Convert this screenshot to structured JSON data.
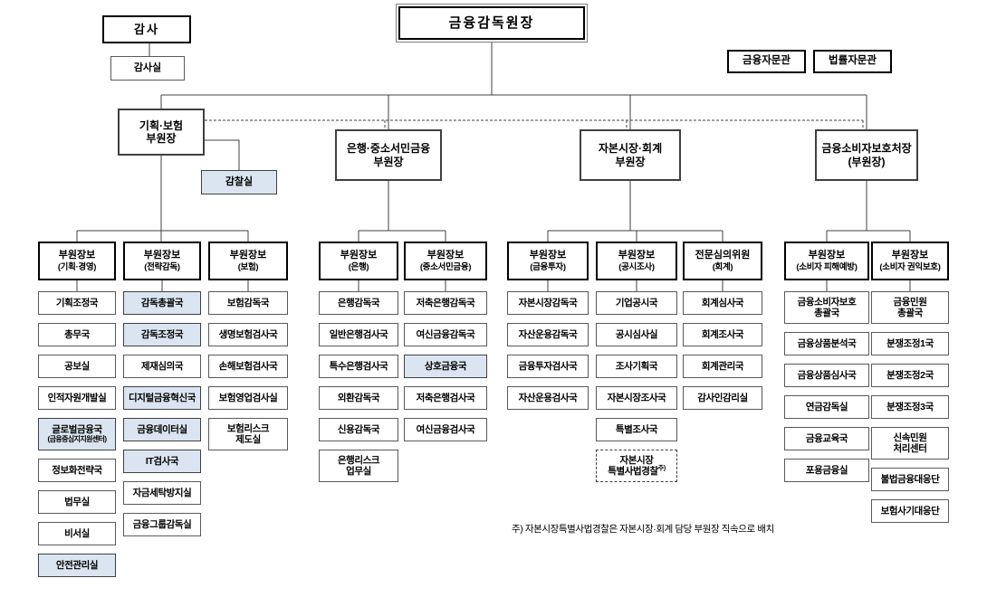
{
  "org": {
    "governor": "금융감독원장",
    "auditor": "감사",
    "auditor_office": "감사실",
    "advisors": [
      "금융자문관",
      "법률자문관"
    ],
    "inspection_office": "감찰실",
    "footnote": "주) 자본시장특별사법경찰은 자본시장·회계 담당 부원장 직속으로 배치",
    "colors": {
      "shaded_box": "#dbe5f1",
      "line": "#404040"
    },
    "deputies": [
      {
        "label": "기획·보험\n부원장"
      },
      {
        "label": "은행·중소서민금융\n부원장"
      },
      {
        "label": "자본시장·회계\n부원장"
      },
      {
        "label": "금융소비자보호처장\n(부원장)"
      }
    ],
    "columns": [
      {
        "head": "부원장보",
        "sub": "(기획·경영)",
        "depts": [
          {
            "label": "기획조정국"
          },
          {
            "label": "총무국"
          },
          {
            "label": "공보실"
          },
          {
            "label": "인적자원개발실"
          },
          {
            "label": "글로벌금융국",
            "line2": "(금융중심지지원센터)",
            "line2_small": true,
            "shaded": true
          },
          {
            "label": "정보화전략국"
          },
          {
            "label": "법무실"
          },
          {
            "label": "비서실"
          },
          {
            "label": "안전관리실",
            "shaded": true
          }
        ]
      },
      {
        "head": "부원장보",
        "sub": "(전략감독)",
        "depts": [
          {
            "label": "감독총괄국",
            "shaded": true
          },
          {
            "label": "감독조정국",
            "shaded": true
          },
          {
            "label": "제재심의국"
          },
          {
            "label": "디지털금융혁신국",
            "shaded": true
          },
          {
            "label": "금융데이터실",
            "shaded": true
          },
          {
            "label": "IT검사국",
            "shaded": true
          },
          {
            "label": "자금세탁방지실"
          },
          {
            "label": "금융그룹감독실"
          }
        ]
      },
      {
        "head": "부원장보",
        "sub": "(보험)",
        "depts": [
          {
            "label": "보험감독국"
          },
          {
            "label": "생명보험검사국"
          },
          {
            "label": "손해보험검사국"
          },
          {
            "label": "보험영업검사실"
          },
          {
            "label": "보험리스크",
            "line2": "제도실"
          }
        ]
      },
      {
        "head": "부원장보",
        "sub": "(은행)",
        "depts": [
          {
            "label": "은행감독국"
          },
          {
            "label": "일반은행검사국"
          },
          {
            "label": "특수은행검사국"
          },
          {
            "label": "외환감독국"
          },
          {
            "label": "신용감독국"
          },
          {
            "label": "은행리스크",
            "line2": "업무실"
          }
        ]
      },
      {
        "head": "부원장보",
        "sub": "(중소서민금융)",
        "depts": [
          {
            "label": "저축은행감독국"
          },
          {
            "label": "여신금융감독국"
          },
          {
            "label": "상호금융국",
            "shaded": true
          },
          {
            "label": "저축은행검사국"
          },
          {
            "label": "여신금융검사국"
          }
        ]
      },
      {
        "head": "부원장보",
        "sub": "(금융투자)",
        "depts": [
          {
            "label": "자본시장감독국"
          },
          {
            "label": "자산운용감독국"
          },
          {
            "label": "금융투자검사국"
          },
          {
            "label": "자산운용검사국"
          }
        ]
      },
      {
        "head": "부원장보",
        "sub": "(공시조사)",
        "depts": [
          {
            "label": "기업공시국"
          },
          {
            "label": "공시심사실"
          },
          {
            "label": "조사기획국"
          },
          {
            "label": "자본시장조사국"
          },
          {
            "label": "특별조사국"
          },
          {
            "label": "자본시장",
            "line2": "특별사법경찰",
            "sup": "주)",
            "dashed": true
          }
        ]
      },
      {
        "head": "전문심의위원",
        "sub": "(회계)",
        "depts": [
          {
            "label": "회계심사국"
          },
          {
            "label": "회계조사국"
          },
          {
            "label": "회계관리국"
          },
          {
            "label": "감사인감리실"
          }
        ]
      },
      {
        "head": "부원장보",
        "sub": "(소비자 피해예방)",
        "depts": [
          {
            "label": "금융소비자보호",
            "line2": "총괄국"
          },
          {
            "label": "금융상품분석국"
          },
          {
            "label": "금융상품심사국"
          },
          {
            "label": "연금감독실"
          },
          {
            "label": "금융교육국"
          },
          {
            "label": "포용금융실"
          }
        ]
      },
      {
        "head": "부원장보",
        "sub": "(소비자 권익보호)",
        "depts": [
          {
            "label": "금융민원",
            "line2": "총괄국"
          },
          {
            "label": "분쟁조정1국"
          },
          {
            "label": "분쟁조정2국"
          },
          {
            "label": "분쟁조정3국"
          },
          {
            "label": "신속민원",
            "line2": "처리센터"
          },
          {
            "label": "불법금융대응단"
          },
          {
            "label": "보험사기대응단"
          }
        ]
      }
    ]
  }
}
